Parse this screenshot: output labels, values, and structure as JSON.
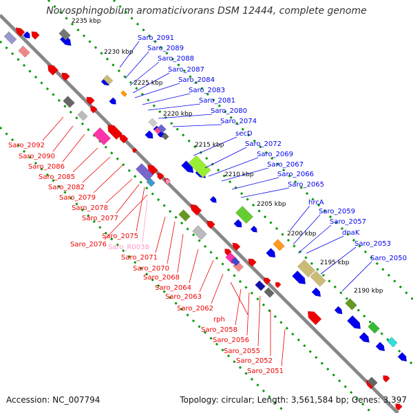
{
  "title": "Novosphingobium aromaticivorans DSM 12444, complete genome",
  "accession_label": "Accession: NC_007794",
  "topology_label": "Topology: circular; Length: 3,561,584 bp; Genes: 3,397",
  "diagram": {
    "type": "linear genome map (diagonal)",
    "colors": {
      "forward_genes": "#0000ee",
      "reverse_genes": "#ee0000",
      "rna_gene": "#ff99cc",
      "backbone": "#888888",
      "ruler_dots": "#009900",
      "kbp_text": "#000000"
    },
    "kbp_marks": [
      {
        "label": "2235 kbp"
      },
      {
        "label": "2230 kbp"
      },
      {
        "label": "2225 kbp"
      },
      {
        "label": "2220 kbp"
      },
      {
        "label": "2215 kbp"
      },
      {
        "label": "2210 kbp"
      },
      {
        "label": "2205 kbp"
      },
      {
        "label": "2200 kbp"
      },
      {
        "label": "2195 kbp"
      },
      {
        "label": "2190 kbp"
      }
    ],
    "forward_labels": [
      "Saro_2091",
      "Saro_2089",
      "Saro_2088",
      "Saro_2087",
      "Saro_2084",
      "Saro_2083",
      "Saro_2081",
      "Saro_2080",
      "Saro_2074",
      "secD",
      "Saro_2072",
      "Saro_2069",
      "Saro_2067",
      "Saro_2066",
      "Saro_2065",
      "hrcA",
      "Saro_2059",
      "Saro_2057",
      "dnaK",
      "Saro_2053",
      "Saro_2050"
    ],
    "reverse_labels": [
      "Saro_2092",
      "Saro_2090",
      "Saro_2086",
      "Saro_2085",
      "Saro_2082",
      "Saro_2079",
      "Saro_2078",
      "Saro_2077",
      "Saro_2075",
      "Saro_2076",
      "Saro_R0038",
      "Saro_2071",
      "Saro_2070",
      "Saro_2068",
      "Saro_2064",
      "Saro_2063",
      "Saro_2062",
      "rph",
      "Saro_2058",
      "Saro_2056",
      "Saro_2055",
      "Saro_2052",
      "Saro_2051"
    ]
  }
}
